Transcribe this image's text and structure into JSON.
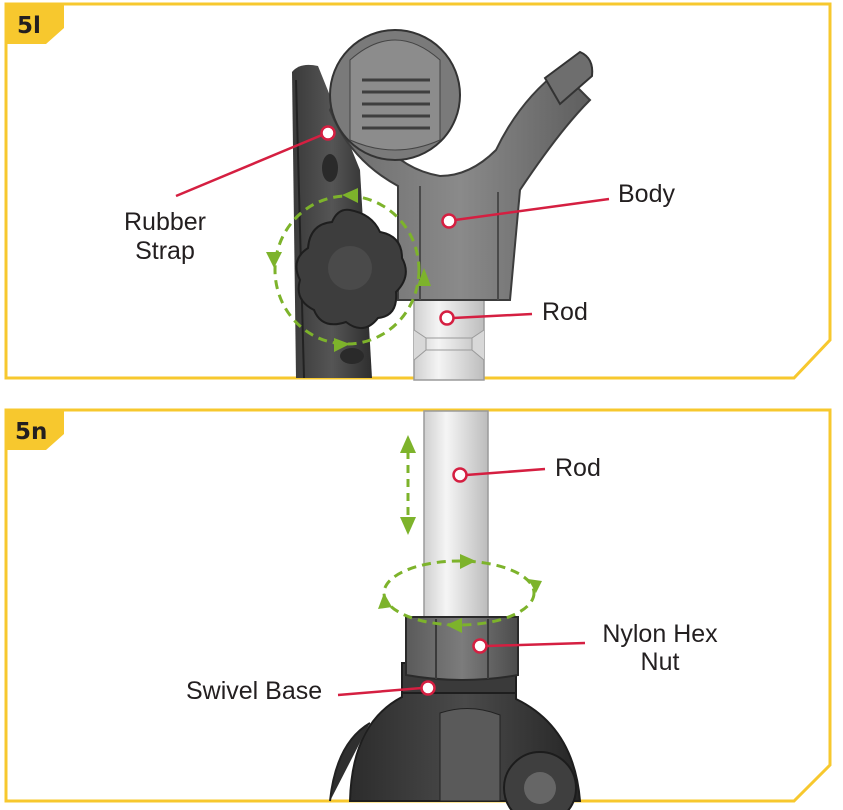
{
  "colors": {
    "frame": "#f7c82e",
    "callout": "#d51f41",
    "motion_arrow": "#7db32b",
    "text": "#231f20"
  },
  "panels": [
    {
      "step": "5l",
      "labels": {
        "rubber_strap_line1": "Rubber",
        "rubber_strap_line2": "Strap",
        "body": "Body",
        "rod": "Rod"
      }
    },
    {
      "step": "5n",
      "labels": {
        "rod": "Rod",
        "nylon_hex_nut_line1": "Nylon Hex",
        "nylon_hex_nut_line2": "Nut",
        "swivel_base": "Swivel Base"
      }
    }
  ]
}
